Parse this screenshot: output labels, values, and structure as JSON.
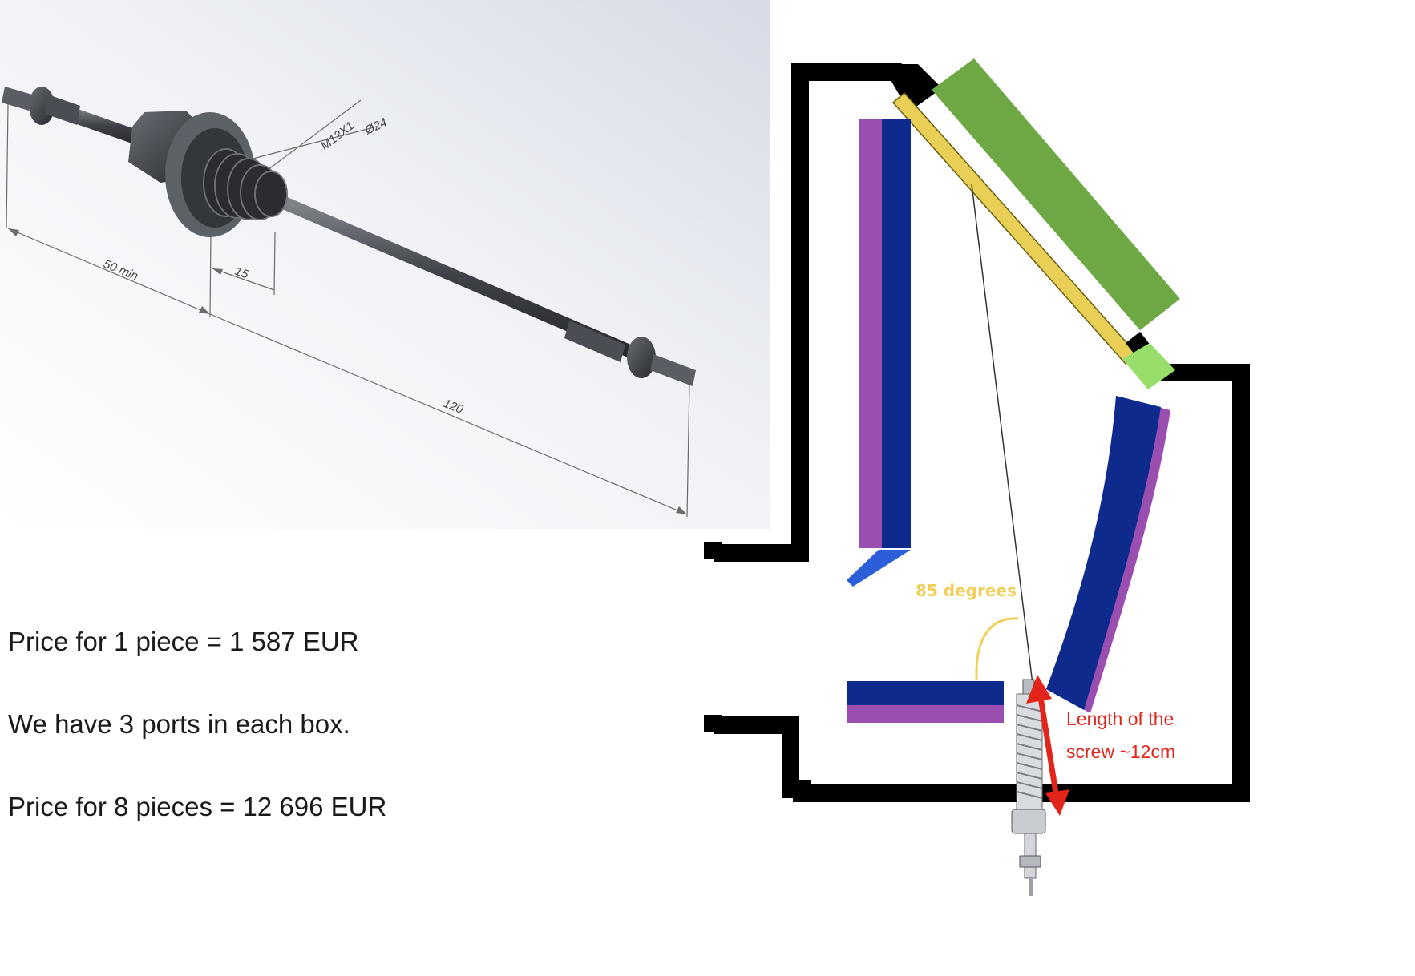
{
  "cad": {
    "dimensions": {
      "thread": "M12X1",
      "diameter": "Ø24",
      "min_length": "50 min",
      "nut_length": "15",
      "total_length": "120"
    }
  },
  "prices": {
    "single": "Price for 1 piece = 1 587 EUR",
    "ports": "We have 3 ports in each box.",
    "eight": "Price for 8 pieces = 12 696 EUR"
  },
  "chamber": {
    "angle_label": "85 degrees",
    "length_label_line1": "Length of the",
    "length_label_line2": "screw ~12cm"
  },
  "colors": {
    "wall": "#000000",
    "detector_blue": "#0d2a8c",
    "detector_purple": "#9a4eb0",
    "window_green": "#6ea844",
    "light_green": "#99dd6a",
    "window_yellow": "#e9cf55",
    "arrow_red": "#e3241b"
  }
}
